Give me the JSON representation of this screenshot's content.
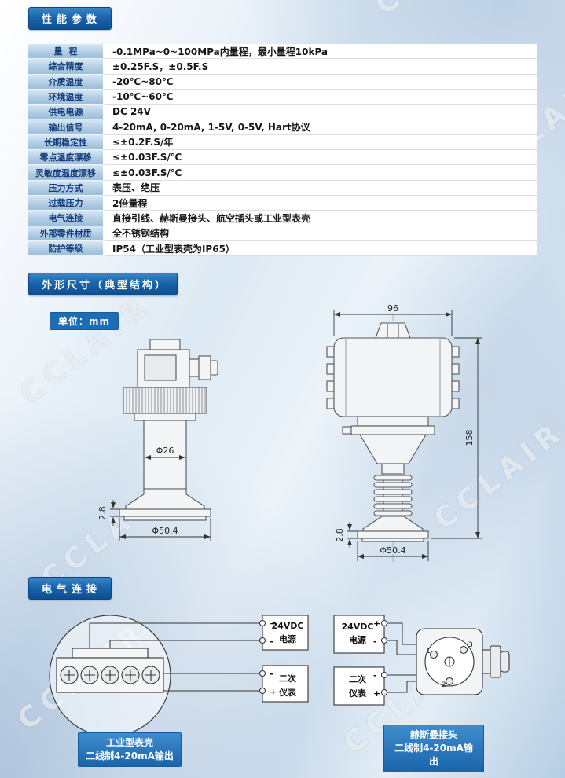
{
  "page": {
    "watermark": "CCLAIR"
  },
  "sections": {
    "performance": {
      "title": "性能参数",
      "rows": [
        {
          "label": "量  程",
          "value": "-0.1MPa~0~100MPa内量程，最小量程10kPa"
        },
        {
          "label": "综合精度",
          "value": "±0.25F.S，±0.5F.S"
        },
        {
          "label": "介质温度",
          "value": "-20℃~80℃"
        },
        {
          "label": "环境温度",
          "value": "-10℃~60℃"
        },
        {
          "label": "供电电源",
          "value": "DC 24V"
        },
        {
          "label": "输出信号",
          "value": "4-20mA, 0-20mA, 1-5V, 0-5V, Hart协议"
        },
        {
          "label": "长期稳定性",
          "value": "≤±0.2F.S/年"
        },
        {
          "label": "零点温度漂移",
          "value": "≤±0.03F.S/℃"
        },
        {
          "label": "灵敏度温度漂移",
          "value": "≤±0.03F.S/℃"
        },
        {
          "label": "压力方式",
          "value": "表压、绝压"
        },
        {
          "label": "过载压力",
          "value": "2倍量程"
        },
        {
          "label": "电气连接",
          "value": "直接引线、赫斯曼接头、航空插头或工业型表壳"
        },
        {
          "label": "外部零件材质",
          "value": "全不锈钢结构"
        },
        {
          "label": "防护等级",
          "value": "IP54（工业型表壳为IP65）"
        }
      ]
    },
    "dimensions": {
      "title": "外形尺寸（典型结构）",
      "unit_label": "单位：mm",
      "left": {
        "dia_body": "Φ26",
        "flange_t": "2.8",
        "dia_flange": "Φ50.4"
      },
      "right": {
        "width": "96",
        "height": "158",
        "flange_t": "2.8",
        "dia_flange": "Φ50.4"
      }
    },
    "electrical": {
      "title": "电气连接",
      "boxes": {
        "power_l1": "24VDC",
        "power_l2": "电源",
        "meter_l1": "二次",
        "meter_l2": "仪表"
      },
      "signs": {
        "plus": "+",
        "minus": "-"
      },
      "right_pins": {
        "p1": "1",
        "p2": "2",
        "p3": "3"
      },
      "left_caption": {
        "line1": "工业型表壳",
        "line2": "二线制4-20mA输出"
      },
      "right_caption": {
        "line1": "赫斯曼接头",
        "line2": "二线制4-20mA输出"
      }
    }
  }
}
